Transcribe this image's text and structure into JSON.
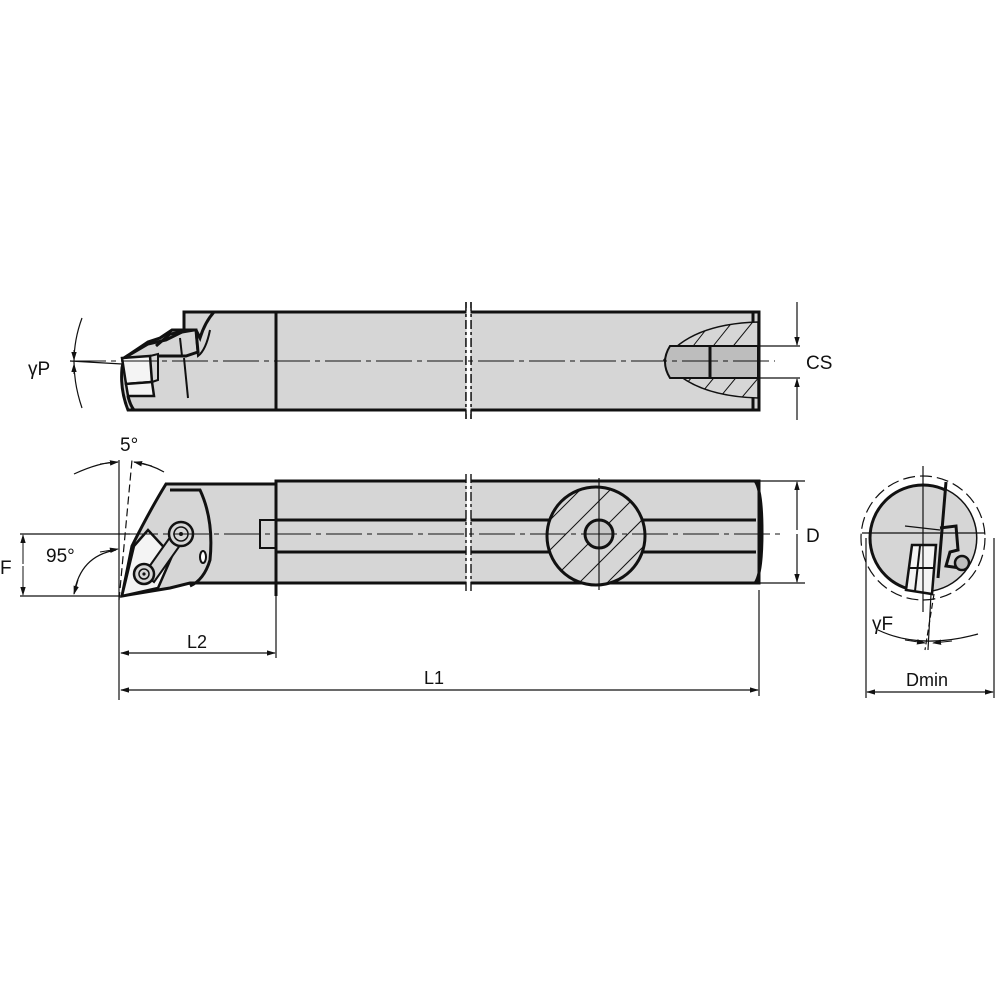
{
  "diagram": {
    "type": "technical-drawing",
    "subject": "boring bar tool holder (side, top and end views)",
    "colors": {
      "background": "#ffffff",
      "body": "#d6d6d6",
      "outline": "#111111",
      "coolant_bore": "#bdbdbd"
    }
  },
  "views": {
    "side_view": {
      "labels": {
        "rake_angle": "γP",
        "coolant_size": "CS"
      }
    },
    "top_view": {
      "labels": {
        "clearance_angle": "5°",
        "lead_angle": "95°",
        "offset": "F",
        "diameter": "D",
        "head_length": "L2",
        "overall_length": "L1"
      }
    },
    "end_view": {
      "labels": {
        "inclination_angle": "γF",
        "min_bore_diameter": "Dmin"
      }
    }
  }
}
